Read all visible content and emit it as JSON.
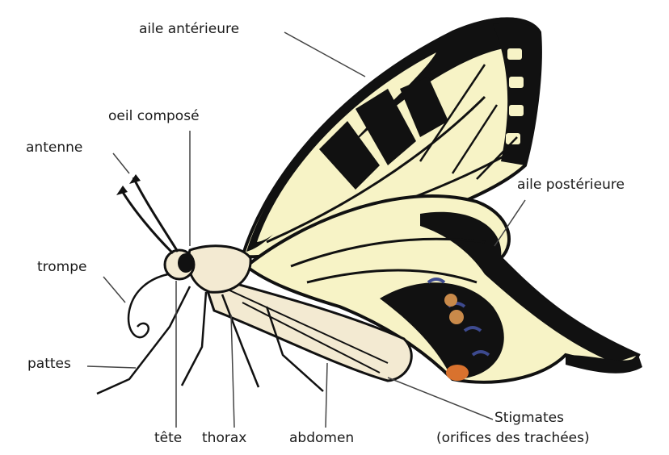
{
  "labels": {
    "aile_anterieure": "aile antérieure",
    "oeil_compose": "oeil composé",
    "antenne": "antenne",
    "aile_posterieure": "aile postérieure",
    "trompe": "trompe",
    "pattes": "pattes",
    "tete": "tête",
    "thorax": "thorax",
    "abdomen": "abdomen",
    "stigmates": "Stigmates",
    "stigmates_sub": "(orifices des trachées)"
  },
  "colors": {
    "wing_fill": "#f7f3c6",
    "wing_black": "#111111",
    "body_fill": "#f3ead2",
    "blue_spot": "#3d4a8f",
    "orange_spot": "#d9722e",
    "tan_spot": "#c98a4a",
    "leader_line": "#444444"
  }
}
